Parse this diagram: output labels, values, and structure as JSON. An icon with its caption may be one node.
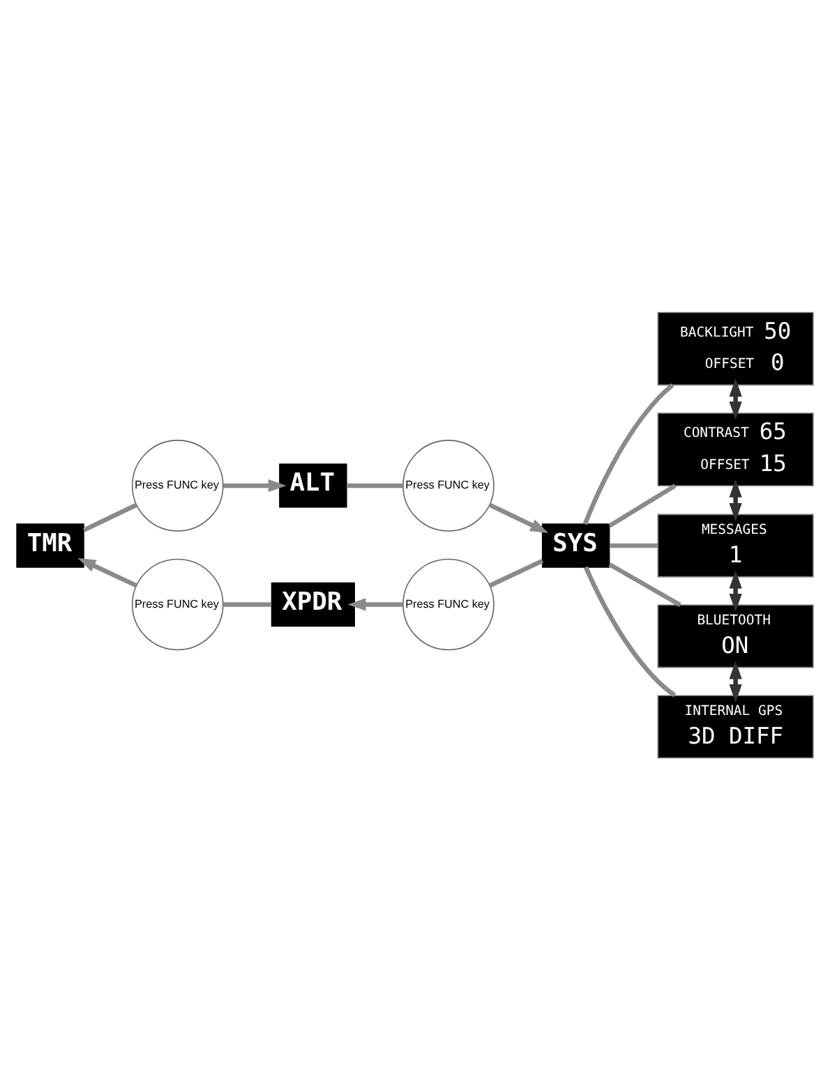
{
  "diagram": {
    "nodes": [
      {
        "text": [
          "ALT"
        ]
      },
      {
        "text": [
          "SYS"
        ]
      },
      {
        "text": [
          "XPDR"
        ]
      },
      {
        "text": [
          "TMR"
        ]
      },
      {
        "text": [
          "Press FUNC key"
        ]
      },
      {
        "text": [
          "Press FUNC key"
        ]
      },
      {
        "text": [
          "Press FUNC key"
        ]
      },
      {
        "text": [
          "Press FUNC key"
        ]
      },
      {
        "text": [
          "BACKLIGHT",
          "50",
          "OFFSET",
          "0"
        ]
      },
      {
        "text": [
          "CONTRAST",
          "65",
          "OFFSET",
          "15"
        ]
      },
      {
        "text": [
          "MESSAGES",
          "1"
        ]
      },
      {
        "text": [
          "BLUETOOTH",
          "ON"
        ]
      },
      {
        "text": [
          "INTERNAL GPS",
          "3D DIFF"
        ]
      }
    ],
    "edges": [
      {
        "from": 3,
        "to": 4,
        "arrow": "none"
      },
      {
        "from": 4,
        "to": 0,
        "arrow": "to"
      },
      {
        "from": 0,
        "to": 5,
        "arrow": "none"
      },
      {
        "from": 5,
        "to": 1,
        "arrow": "to"
      },
      {
        "from": 1,
        "to": 6,
        "arrow": "none"
      },
      {
        "from": 6,
        "to": 2,
        "arrow": "to"
      },
      {
        "from": 2,
        "to": 7,
        "arrow": "none"
      },
      {
        "from": 7,
        "to": 3,
        "arrow": "to"
      },
      {
        "from": 1,
        "to": 8,
        "arrow": "none"
      },
      {
        "from": 1,
        "to": 9,
        "arrow": "none"
      },
      {
        "from": 1,
        "to": 10,
        "arrow": "none"
      },
      {
        "from": 1,
        "to": 11,
        "arrow": "none"
      },
      {
        "from": 1,
        "to": 12,
        "arrow": "none"
      },
      {
        "from": 8,
        "to": 9,
        "arrow": "both",
        "color": "#333333"
      },
      {
        "from": 9,
        "to": 10,
        "arrow": "both",
        "color": "#333333"
      },
      {
        "from": 10,
        "to": 11,
        "arrow": "both",
        "color": "#333333"
      },
      {
        "from": 11,
        "to": 12,
        "arrow": "both",
        "color": "#333333"
      }
    ]
  }
}
